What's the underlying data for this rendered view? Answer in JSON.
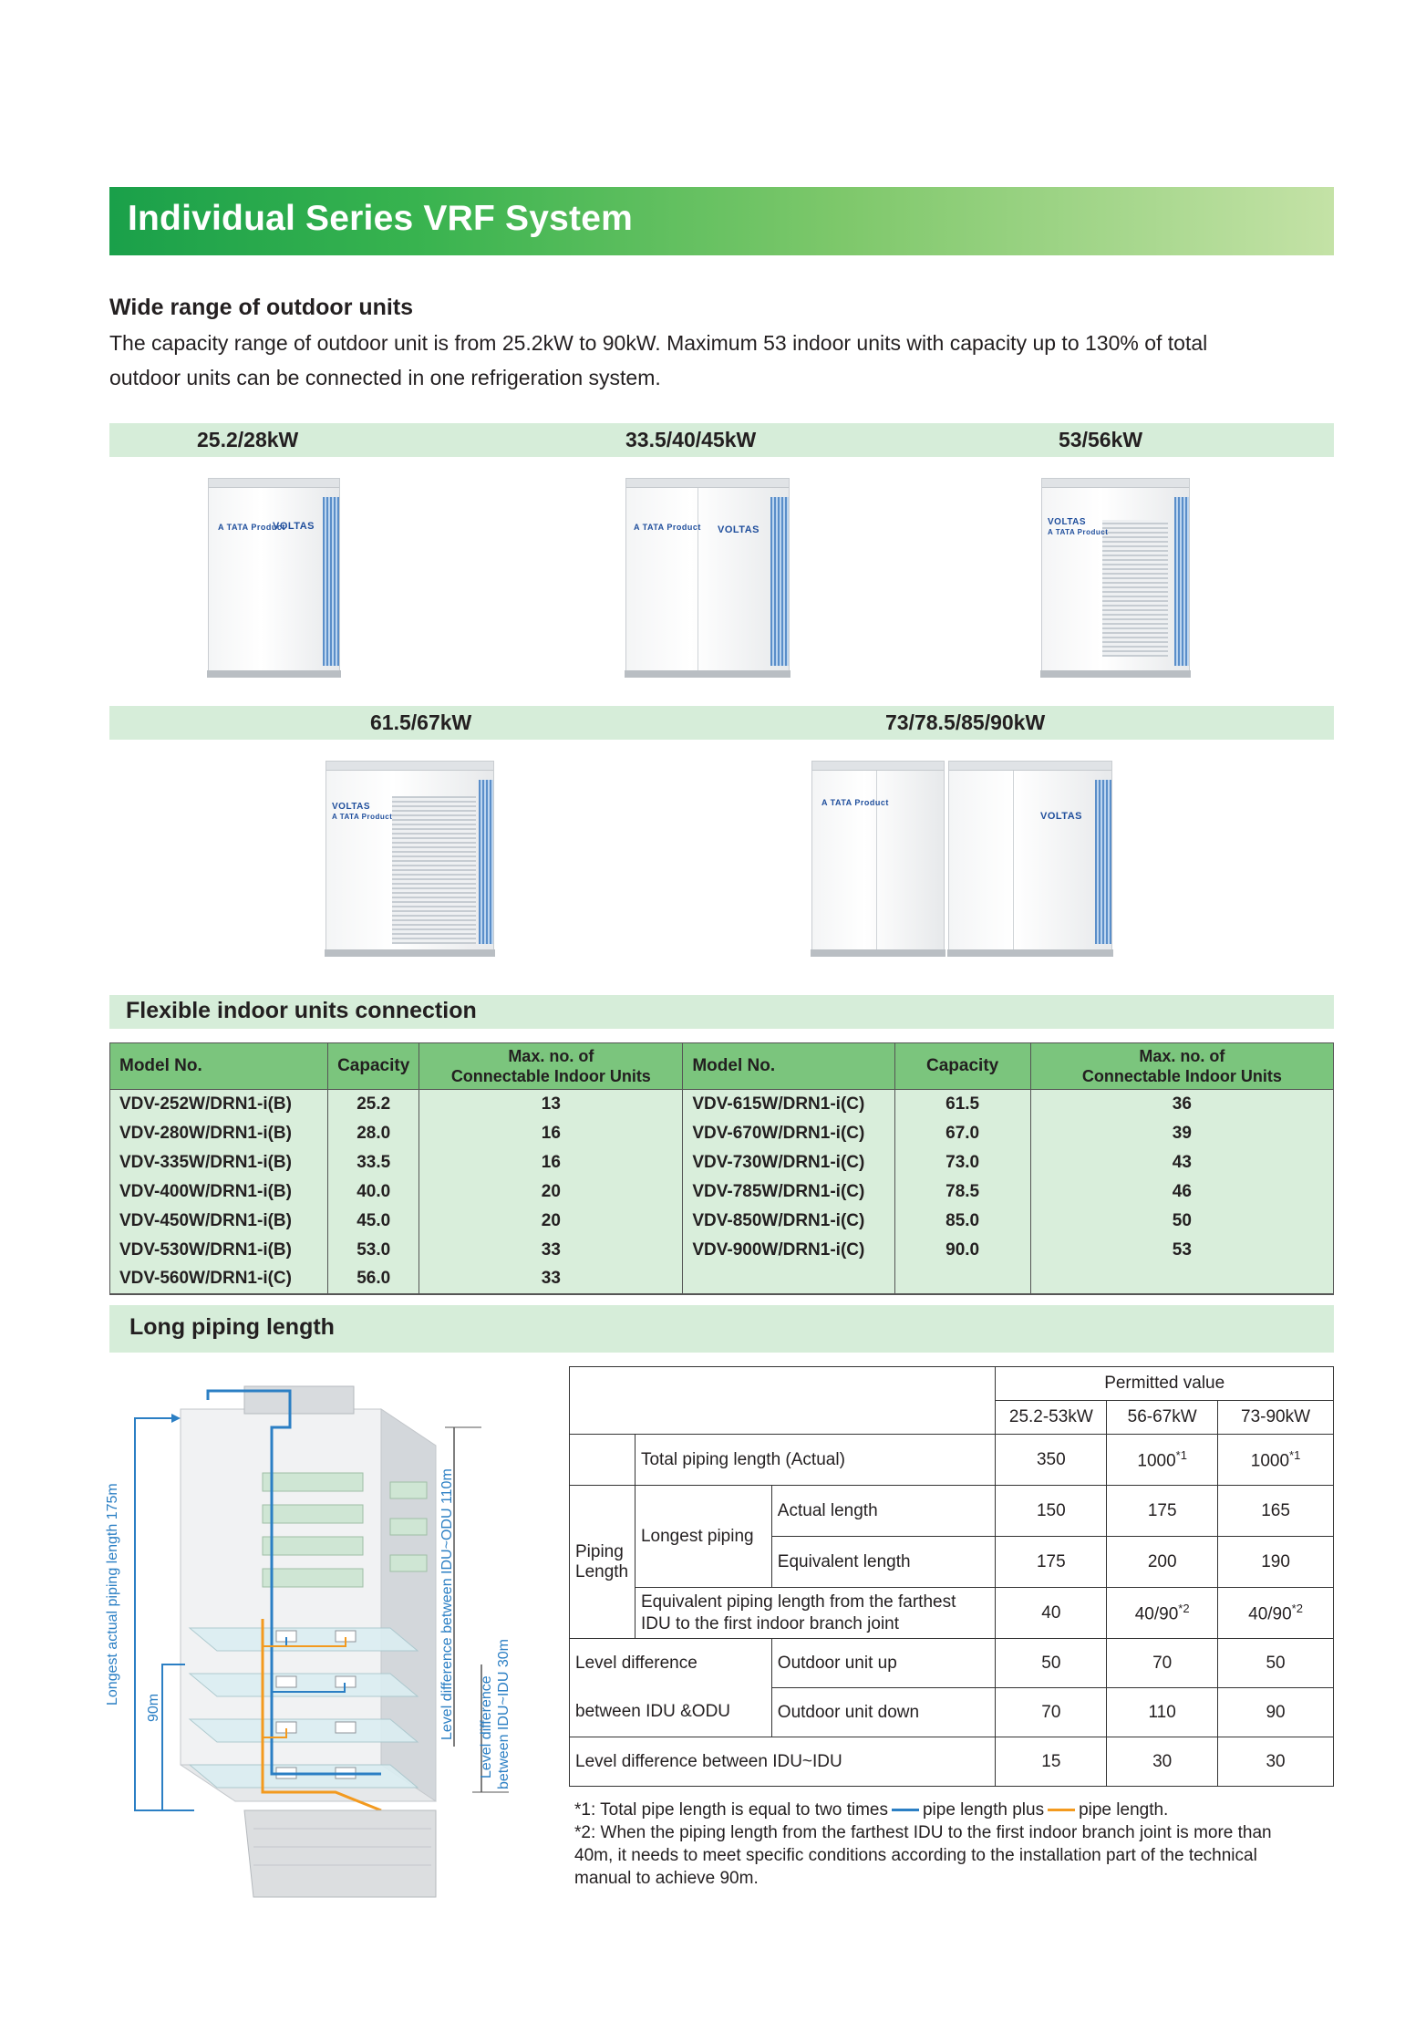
{
  "title": "Individual Series VRF System",
  "wide_range": {
    "heading": "Wide range of outdoor units",
    "line1": "The capacity range of outdoor unit is from 25.2kW to 90kW. Maximum 53 indoor units with capacity up to 130% of total",
    "line2": "outdoor units can be connected in one refrigeration system."
  },
  "capacity_groups": {
    "row1": [
      "25.2/28kW",
      "33.5/40/45kW",
      "53/56kW"
    ],
    "row2": [
      "61.5/67kW",
      "73/78.5/85/90kW"
    ]
  },
  "units": {
    "brand": "VOLTAS",
    "sub_brand": "A TATA Product"
  },
  "flexible": {
    "heading": "Flexible indoor units connection",
    "headers": [
      "Model No.",
      "Capacity",
      "Max. no. of",
      "Connectable Indoor Units"
    ],
    "left": [
      {
        "model": "VDV-252W/DRN1-i(B)",
        "capacity": "25.2",
        "max": "13"
      },
      {
        "model": "VDV-280W/DRN1-i(B)",
        "capacity": "28.0",
        "max": "16"
      },
      {
        "model": "VDV-335W/DRN1-i(B)",
        "capacity": "33.5",
        "max": "16"
      },
      {
        "model": "VDV-400W/DRN1-i(B)",
        "capacity": "40.0",
        "max": "20"
      },
      {
        "model": "VDV-450W/DRN1-i(B)",
        "capacity": "45.0",
        "max": "20"
      },
      {
        "model": "VDV-530W/DRN1-i(B)",
        "capacity": "53.0",
        "max": "33"
      },
      {
        "model": "VDV-560W/DRN1-i(C)",
        "capacity": "56.0",
        "max": "33"
      }
    ],
    "right": [
      {
        "model": "VDV-615W/DRN1-i(C)",
        "capacity": "61.5",
        "max": "36"
      },
      {
        "model": "VDV-670W/DRN1-i(C)",
        "capacity": "67.0",
        "max": "39"
      },
      {
        "model": "VDV-730W/DRN1-i(C)",
        "capacity": "73.0",
        "max": "43"
      },
      {
        "model": "VDV-785W/DRN1-i(C)",
        "capacity": "78.5",
        "max": "46"
      },
      {
        "model": "VDV-850W/DRN1-i(C)",
        "capacity": "85.0",
        "max": "50"
      },
      {
        "model": "VDV-900W/DRN1-i(C)",
        "capacity": "90.0",
        "max": "53"
      },
      {
        "model": "",
        "capacity": "",
        "max": ""
      }
    ]
  },
  "piping": {
    "heading": "Long piping length",
    "diagram_labels": {
      "longest": "Longest actual piping length 175m",
      "ninety": "90m",
      "idu_odu": "Level difference between IDU~ODU 110m",
      "idu_idu_1": "Level difference",
      "idu_idu_2": "between IDU~IDU 30m"
    },
    "permitted": "Permitted value",
    "cols": [
      "25.2-53kW",
      "56-67kW",
      "73-90kW"
    ],
    "total_label": "Total piping length (Actual)",
    "total": [
      "350",
      "1000",
      "1000"
    ],
    "sup1": "*1",
    "sup2": "*2",
    "piping_length": "Piping Length",
    "longest_piping": "Longest piping",
    "actual_length": "Actual length",
    "actual": [
      "150",
      "175",
      "165"
    ],
    "equivalent_length": "Equivalent length",
    "equivalent": [
      "175",
      "200",
      "190"
    ],
    "farthest_label_1": "Equivalent piping length from the farthest",
    "farthest_label_2": "IDU to the first indoor branch joint",
    "farthest": [
      "40",
      "40/90",
      "40/90"
    ],
    "level_diff_1": "Level difference",
    "level_diff_2": "between IDU &ODU",
    "outdoor_up": "Outdoor unit up",
    "up": [
      "50",
      "70",
      "50"
    ],
    "outdoor_down": "Outdoor unit down",
    "down": [
      "70",
      "110",
      "90"
    ],
    "idu_idu_label": "Level difference between IDU~IDU",
    "idu_idu": [
      "15",
      "30",
      "30"
    ],
    "note1_a": "*1: Total pipe length is equal to  two times",
    "note1_b": "pipe length plus",
    "note1_c": "pipe length.",
    "note2_1": "*2: When the piping length from the farthest IDU to the first indoor branch joint is more than",
    "note2_2": "40m, it needs to meet specific conditions according to the installation part of the technical",
    "note2_3": "manual to achieve 90m."
  },
  "colors": {
    "title_green": "#1aa04a",
    "strip_green": "#d6edd9",
    "header_green": "#7bc57d",
    "pipe_blue": "#2b7fc4",
    "pipe_orange": "#f39a1f"
  }
}
